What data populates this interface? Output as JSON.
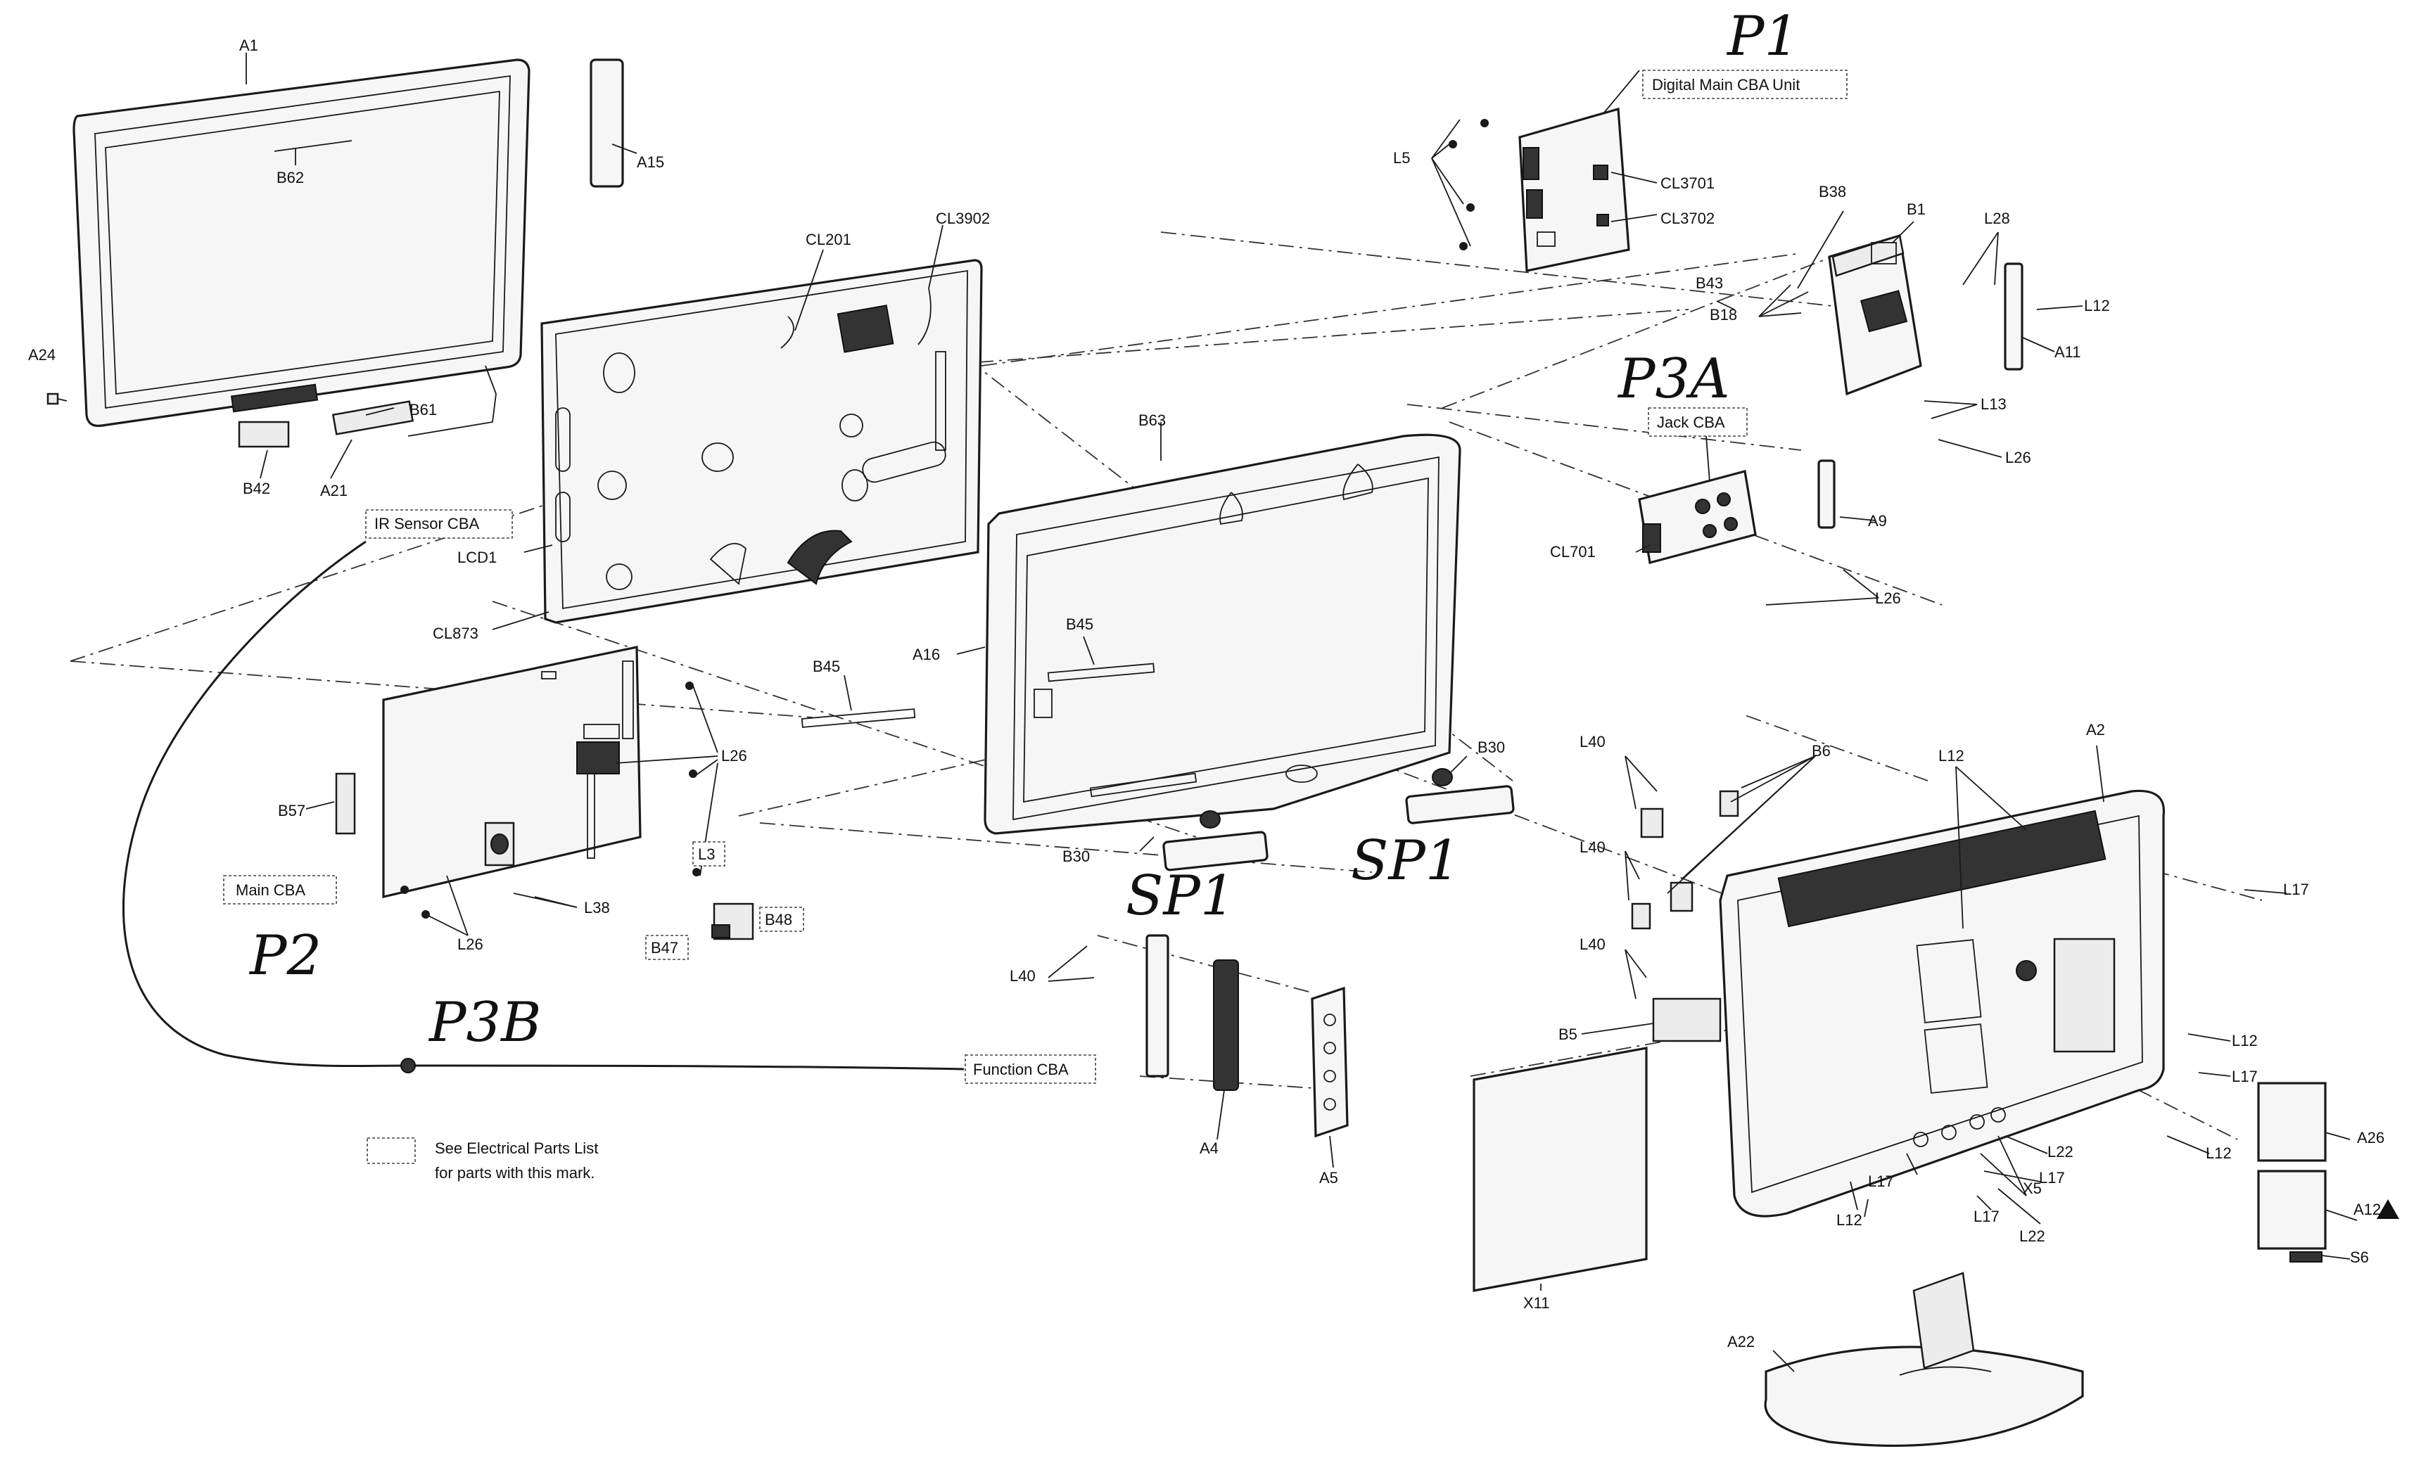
{
  "handwritten": {
    "p1": "P1",
    "p2": "P2",
    "p3a": "P3A",
    "p3b": "P3B",
    "sp1_left": "SP1",
    "sp1_right": "SP1"
  },
  "boxed_labels": {
    "digital_main": "Digital Main CBA Unit",
    "ir_sensor": "IR Sensor CBA",
    "jack": "Jack CBA",
    "main": "Main CBA",
    "function": "Function CBA",
    "l3": "L3",
    "b47": "B47",
    "b48": "B48"
  },
  "legend": {
    "line1": "See Electrical Parts List",
    "line2": "for parts with this mark."
  },
  "parts": {
    "A1": "A1",
    "B62": "B62",
    "A15": "A15",
    "A24": "A24",
    "B61": "B61",
    "B42": "B42",
    "A21": "A21",
    "CL201": "CL201",
    "CL3902": "CL3902",
    "LCD1": "LCD1",
    "CL873": "CL873",
    "L5": "L5",
    "CL3701": "CL3701",
    "CL3702": "CL3702",
    "B38": "B38",
    "B1": "B1",
    "L28": "L28",
    "B43": "B43",
    "B18": "B18",
    "L12a": "L12",
    "A11": "A11",
    "L13": "L13",
    "L26a": "L26",
    "B63": "B63",
    "A9": "A9",
    "CL701": "CL701",
    "L26b": "L26",
    "A16": "A16",
    "B45a": "B45",
    "B45b": "B45",
    "B30a": "B30",
    "B30b": "B30",
    "L26c": "L26",
    "B57": "B57",
    "L38": "L38",
    "L26d": "L26",
    "L40a": "L40",
    "A4": "A4",
    "A5": "A5",
    "L40b": "L40",
    "B6": "B6",
    "L12b": "L12",
    "A2": "A2",
    "L40c": "L40",
    "L17a": "L17",
    "L40d": "L40",
    "B5": "B5",
    "L12c": "L12",
    "L17b": "L17",
    "A26": "A26",
    "L22a": "L22",
    "L12d": "L12",
    "L17c": "L17",
    "L17d": "L17",
    "X5": "X5",
    "A12": "A12",
    "L12e": "L12",
    "L17e": "L17",
    "L22b": "L22",
    "S6": "S6",
    "X11": "X11",
    "A22": "A22"
  },
  "colors": {
    "ink": "#1a1a1a",
    "paper": "#ffffff"
  }
}
